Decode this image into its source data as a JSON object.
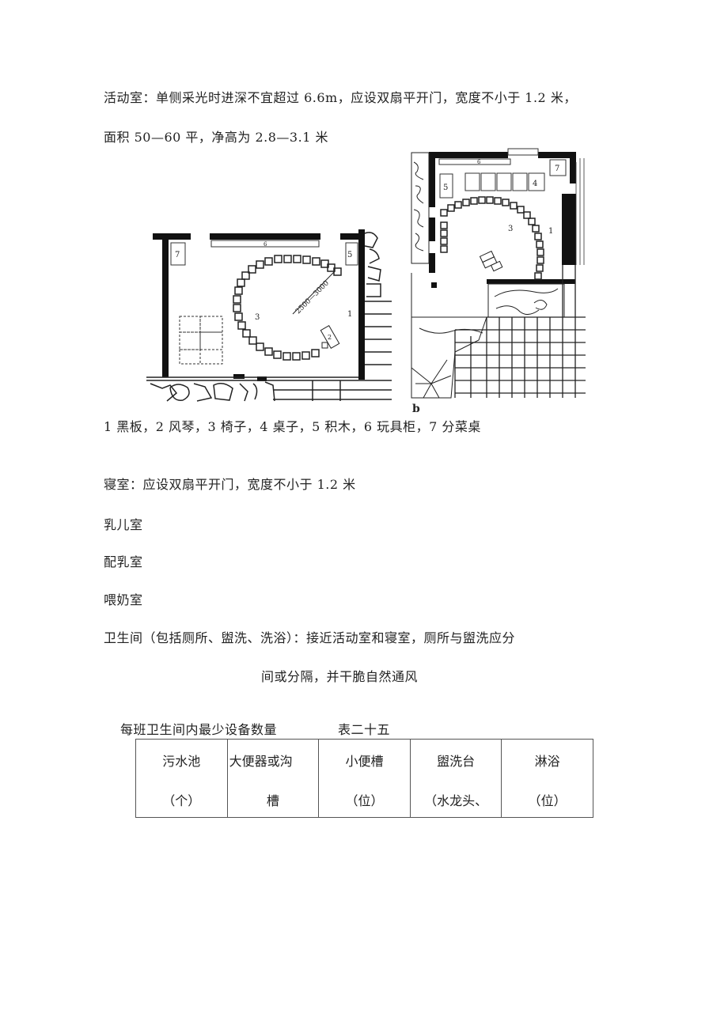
{
  "paragraphs": {
    "activity_room_line1": "活动室：单侧采光时进深不宜超过 6.6m，应设双扇平开门，宽度不小于 1.2 米，",
    "activity_room_line2": "面积 50—60 平，净高为 2.8—3.1 米",
    "legend": "1 黑板，2 风琴，3 椅子，4 桌子，5 积木，6 玩具柜，7 分菜桌",
    "bedroom": "寝室：应设双扇平开门，宽度不小于 1.2 米",
    "nursery": "乳儿室",
    "formula_room": "配乳室",
    "feeding_room": "喂奶室",
    "washroom_line1": "卫生间（包括厕所、盥洗、洗浴）：接近活动室和寝室，厕所与盥洗应分",
    "washroom_line2": "间或分隔，并干脆自然通风"
  },
  "figure_a": {
    "labels": {
      "n1": "1",
      "n2": "2",
      "n3": "3",
      "n5": "5",
      "n6": "6",
      "n7": "7",
      "dimension": "2500—3000"
    }
  },
  "figure_b": {
    "caption": "b",
    "labels": {
      "n1": "1",
      "n3": "3",
      "n4": "4",
      "n5": "5",
      "n6": "6",
      "n7": "7"
    }
  },
  "table": {
    "title": "每班卫生间内最少设备数量",
    "number": "表二十五",
    "headers": [
      {
        "line1": "污水池",
        "line2": "（个）"
      },
      {
        "line1": "大便器或沟",
        "line2": "槽"
      },
      {
        "line1": "小便槽",
        "line2": "（位）"
      },
      {
        "line1": "盥洗台",
        "line2": "（水龙头、"
      },
      {
        "line1": "淋浴",
        "line2": "（位）"
      }
    ]
  }
}
